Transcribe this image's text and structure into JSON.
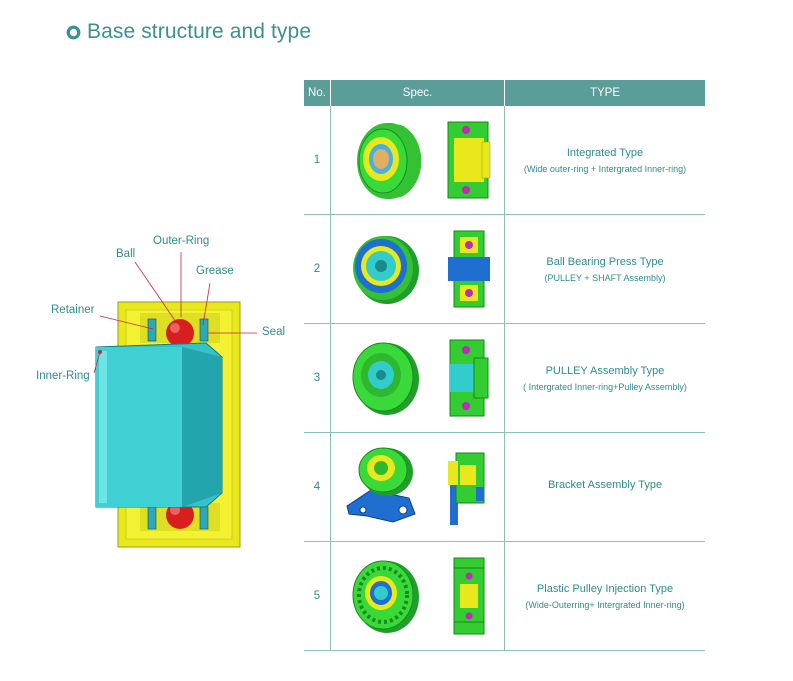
{
  "title": {
    "text": "Base structure and type"
  },
  "diagram": {
    "labels": {
      "ball": "Ball",
      "outer_ring": "Outer-Ring",
      "grease": "Grease",
      "retainer": "Retainer",
      "seal": "Seal",
      "inner_ring": "Inner-Ring"
    }
  },
  "table": {
    "headers": {
      "no": "No.",
      "spec": "Spec.",
      "type": "TYPE"
    },
    "rows": [
      {
        "no": "1",
        "type": "Integrated Type",
        "desc": "(Wide outer-ring + Intergrated Inner-ring)"
      },
      {
        "no": "2",
        "type": "Ball Bearing Press Type",
        "desc": "(PULLEY + SHAFT Assembly)"
      },
      {
        "no": "3",
        "type": "PULLEY Assembly Type",
        "desc": "( Intergrated Inner-ring+Pulley Assembly)"
      },
      {
        "no": "4",
        "type": "Bracket Assembly Type",
        "desc": ""
      },
      {
        "no": "5",
        "type": "Plastic Pulley Injection Type",
        "desc": "(Wide-Outerring+ Intergrated Inner-ring)"
      }
    ]
  },
  "colors": {
    "accent": "#3b8f91",
    "header_bg": "#5b9d98",
    "pulley_green": "#33cc33",
    "ring_yellow": "#e6e619",
    "inner_cyan": "#33cccc",
    "ball_red": "#e02a2a",
    "bracket_blue": "#1f6fd0"
  }
}
